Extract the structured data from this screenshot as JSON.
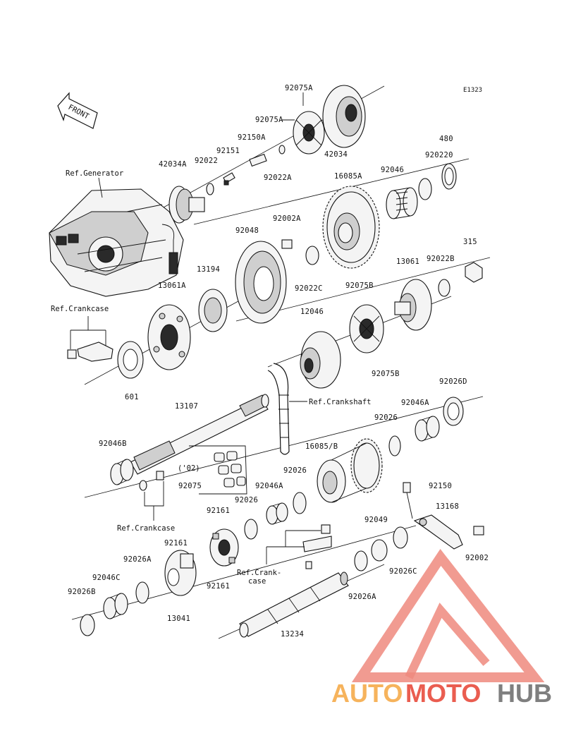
{
  "diagram": {
    "code": "E1323",
    "front_label": "FRONT",
    "year_note": "('02)",
    "refs": {
      "generator": "Ref.Generator",
      "crankcase_top": "Ref.Crankcase",
      "crankshaft": "Ref.Crankshaft",
      "crankcase_bottom": "Ref.Crankcase",
      "crankcase_mid_1": "Ref.Crank-",
      "crankcase_mid_2": "case"
    },
    "parts": {
      "p92075A_top": "92075A",
      "p92075A_2": "92075A",
      "p92150A": "92150A",
      "p92151": "92151",
      "p92022": "92022",
      "p42034A": "42034A",
      "p42034": "42034",
      "p92022A": "92022A",
      "p920220": "920220",
      "p480": "480",
      "p16085A": "16085A",
      "p92046": "92046",
      "p92002A": "92002A",
      "p92048": "92048",
      "p315": "315",
      "p13061": "13061",
      "p92022B": "92022B",
      "p13194": "13194",
      "p13061A": "13061A",
      "p92022C": "92022C",
      "p92075B_top": "92075B",
      "p12046": "12046",
      "p92075B_bot": "92075B",
      "p601": "601",
      "p92026D": "92026D",
      "p13107": "13107",
      "p92046A_right": "92046A",
      "p92026_right": "92026",
      "p92046B": "92046B",
      "p16085B": "16085/B",
      "p92026_mid": "92026",
      "p92075": "92075",
      "p92046A_mid": "92046A",
      "p92150": "92150",
      "p92026_low": "92026",
      "p13168": "13168",
      "p92161_a": "92161",
      "p92161_b": "92161",
      "p92161_c": "92161",
      "p92049": "92049",
      "p92026A_left": "92026A",
      "p92026C": "92026C",
      "p92002": "92002",
      "p92046C": "92046C",
      "p92026B": "92026B",
      "p92026A_right": "92026A",
      "p13041": "13041",
      "p13234": "13234"
    }
  },
  "watermark": {
    "part1": "AUTO",
    "part2": "MOTO",
    "part3": "HUB",
    "color_orange": "#f6b35c",
    "color_red": "#ea5d50",
    "color_gray": "#7f7f7f"
  }
}
